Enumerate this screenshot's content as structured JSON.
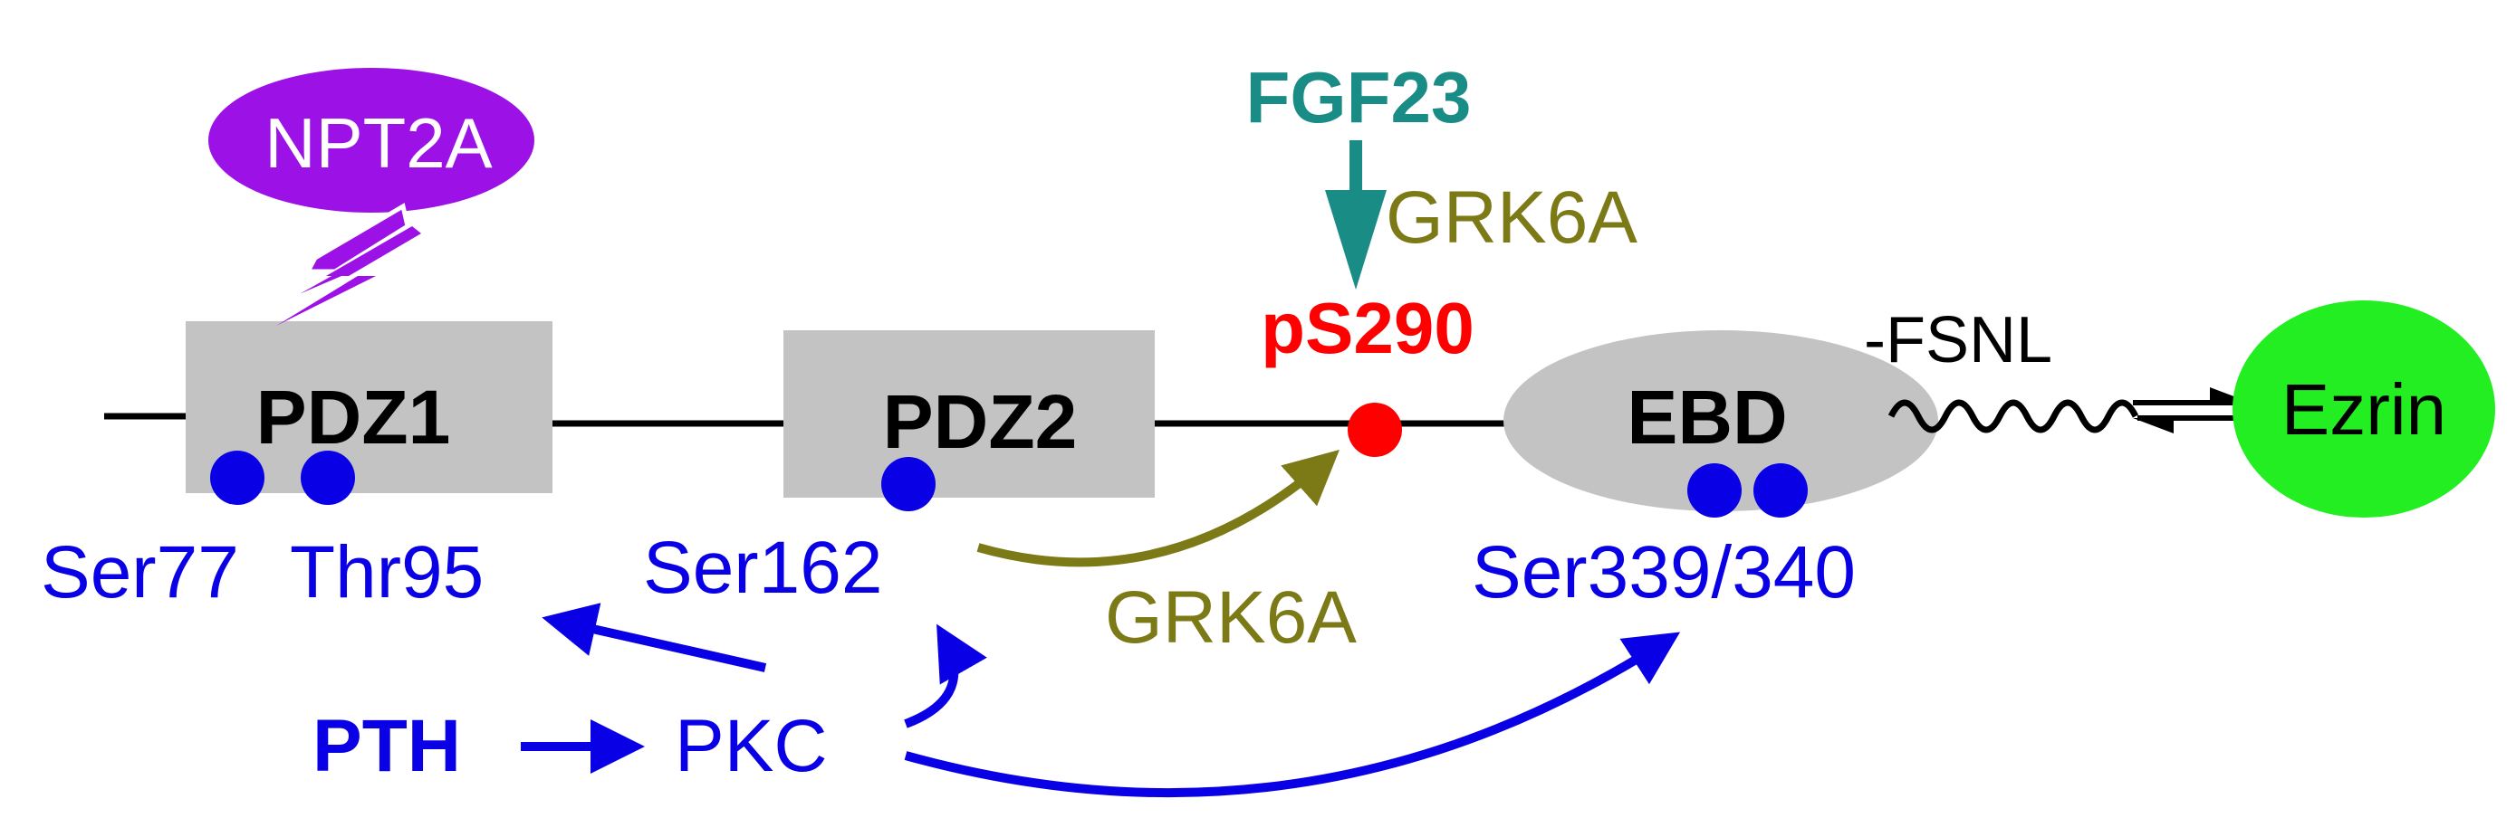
{
  "nodes": {
    "npt2a": "NPT2A",
    "pdz1": "PDZ1",
    "pdz2": "PDZ2",
    "ebd": "EBD",
    "ezrin": "Ezrin",
    "fgf23": "FGF23",
    "pth": "PTH",
    "pkc": "PKC"
  },
  "sites": {
    "ser77": "Ser77",
    "thr95": "Thr95",
    "ser162": "Ser162",
    "ser339_340": "Ser339/340",
    "ps290": "pS290"
  },
  "labels": {
    "grk6a_top": "GRK6A",
    "grk6a_bottom": "GRK6A",
    "fsnl": "-FSNL"
  },
  "colors": {
    "purple": "#9b11e6",
    "teal": "#1a8c86",
    "olive": "#7c7a16",
    "red": "#ff0000",
    "blue": "#0a00e6",
    "green": "#22ee22",
    "grey_box": "#c3c3c3",
    "black": "#000000"
  }
}
